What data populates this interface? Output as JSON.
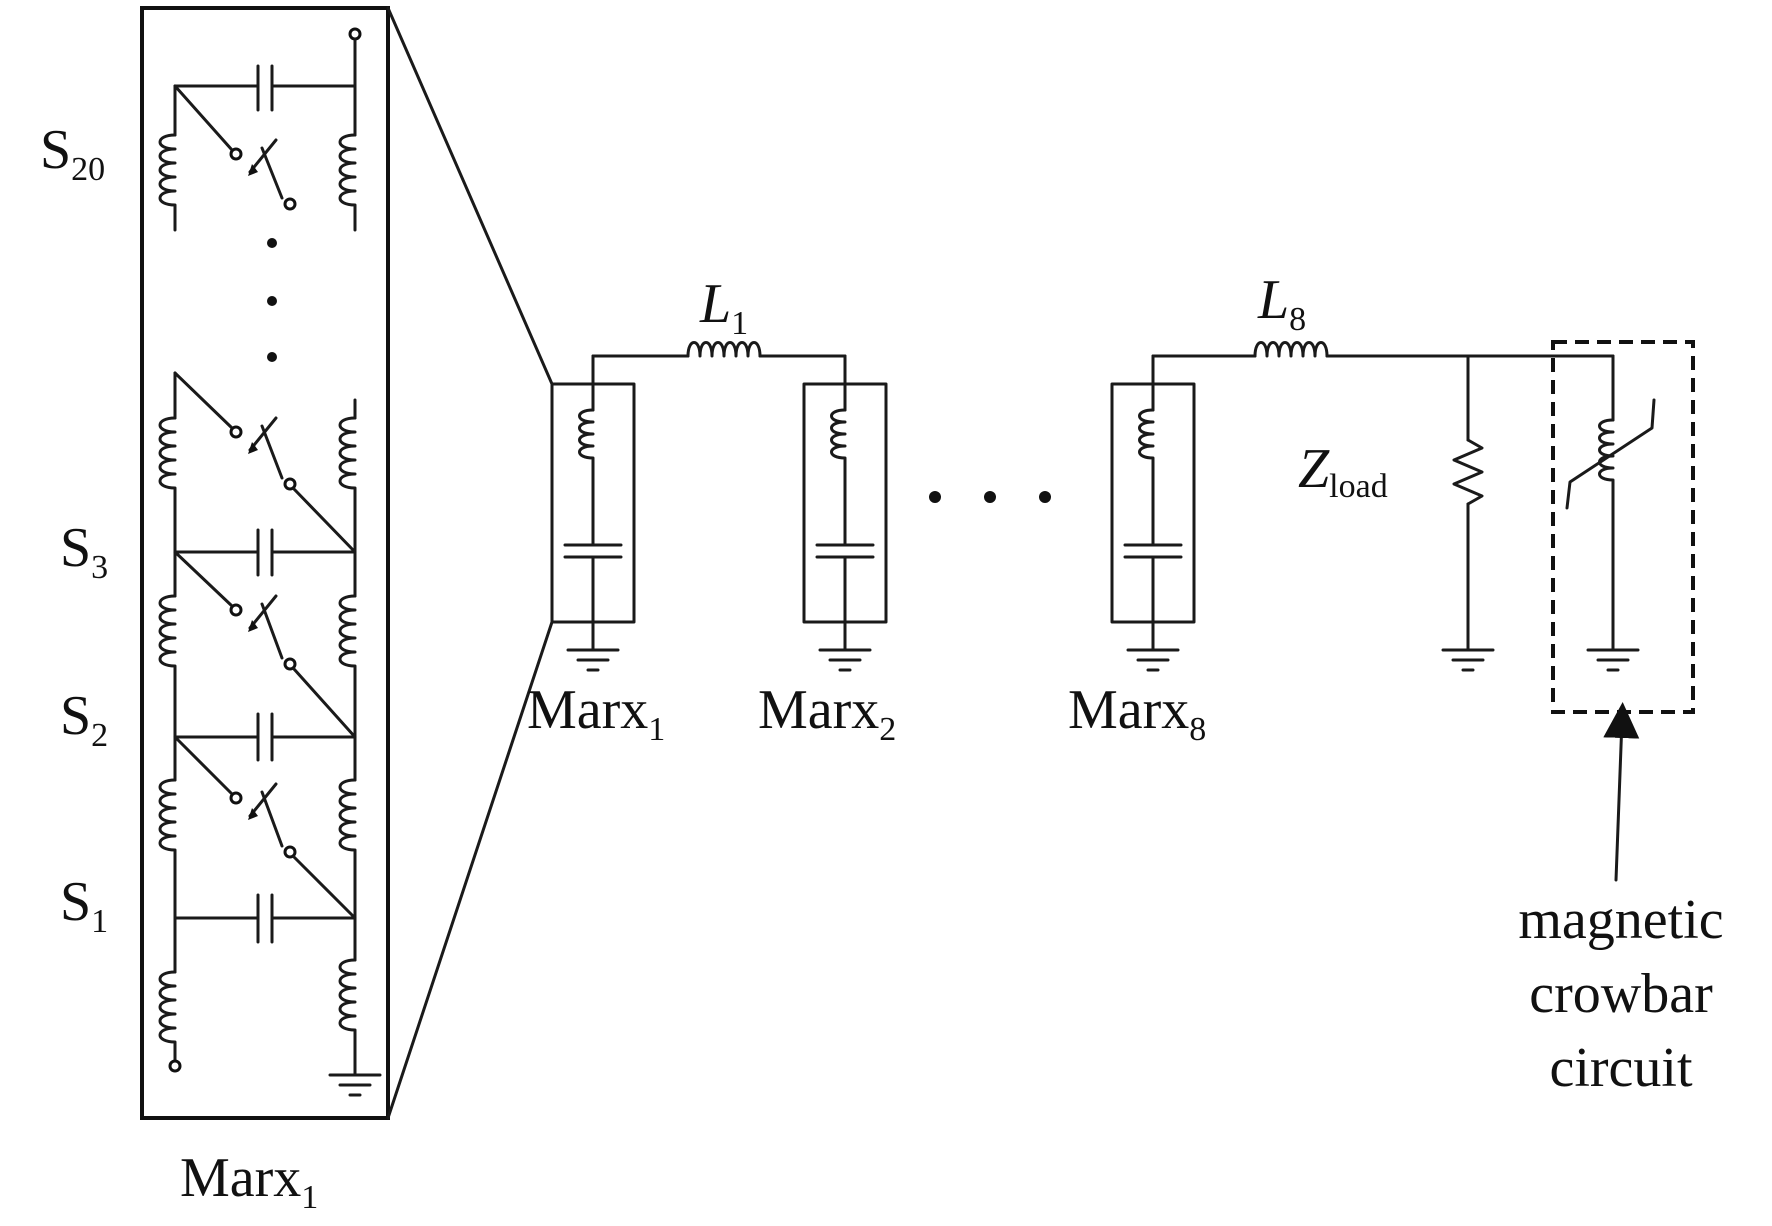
{
  "stage_switches": [
    {
      "main": "S",
      "sub": "20"
    },
    {
      "main": "S",
      "sub": "3"
    },
    {
      "main": "S",
      "sub": "2"
    },
    {
      "main": "S",
      "sub": "1"
    }
  ],
  "detail_label": {
    "main": "Marx",
    "sub": "1"
  },
  "modules": [
    {
      "main": "Marx",
      "sub": "1"
    },
    {
      "main": "Marx",
      "sub": "2"
    },
    {
      "main": "Marx",
      "sub": "8"
    }
  ],
  "inductors": [
    {
      "main": "L",
      "sub": "1"
    },
    {
      "main": "L",
      "sub": "8"
    }
  ],
  "load": {
    "main": "Z",
    "sub": "load"
  },
  "crowbar_label": [
    "magnetic",
    "crowbar",
    "circuit"
  ]
}
